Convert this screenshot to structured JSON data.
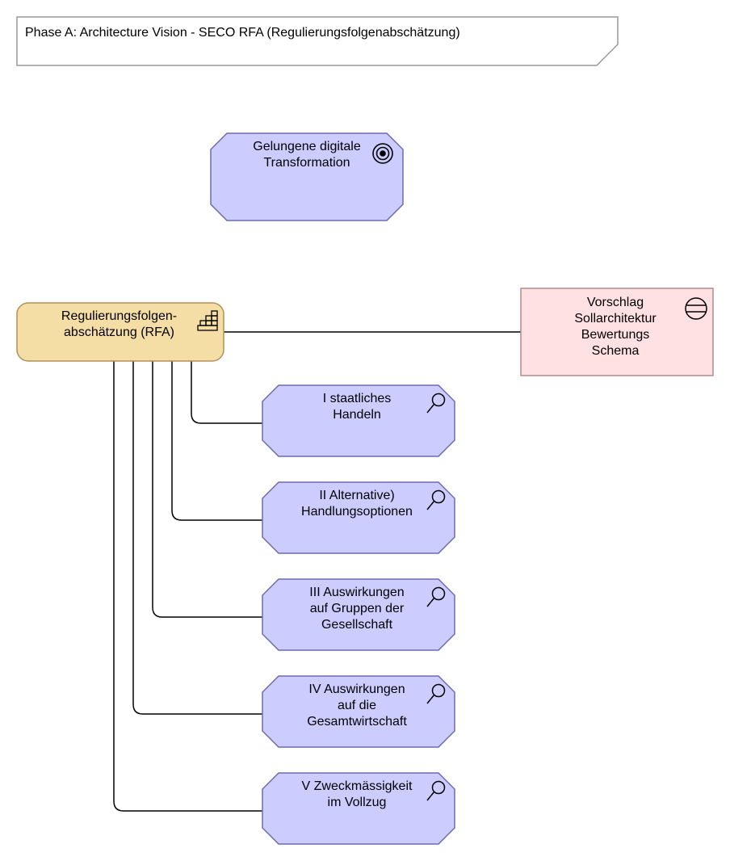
{
  "title": "Phase A: Architecture Vision - SECO RFA (Regulierungsfolgenabschätzung)",
  "nodes": {
    "goal": {
      "line1": "Gelungene digitale",
      "line2": "Transformation",
      "icon": "goal-target-icon"
    },
    "rfa": {
      "line1": "Regulierungsfolgen-",
      "line2": "abschätzung (RFA)",
      "icon": "capability-steps-icon"
    },
    "proposal": {
      "line1": "Vorschlag",
      "line2": "Sollarchitektur",
      "line3": "Bewertungs",
      "line4": "Schema",
      "icon": "contract-icon"
    },
    "assess1": {
      "line1": "I staatliches",
      "line2": "Handeln",
      "icon": "magnifier-icon"
    },
    "assess2": {
      "line1": "II Alternative)",
      "line2": "Handlungsoptionen",
      "icon": "magnifier-icon"
    },
    "assess3": {
      "line1": "III Auswirkungen",
      "line2": "auf Gruppen der",
      "line3": "Gesellschaft",
      "icon": "magnifier-icon"
    },
    "assess4": {
      "line1": "IV Auswirkungen",
      "line2": "auf die",
      "line3": "Gesamtwirtschaft",
      "icon": "magnifier-icon"
    },
    "assess5": {
      "line1": "V Zweckmässigkeit",
      "line2": "im Vollzug",
      "icon": "magnifier-icon"
    }
  },
  "colors": {
    "assessment_fill": "#ccccff",
    "assessment_stroke": "#6b6bb0",
    "capability_fill": "#f5dea6",
    "capability_stroke": "#b0915a",
    "contract_fill": "#ffe0e3",
    "contract_stroke": "#b08a8f",
    "line": "#000000",
    "title_stroke": "#999999"
  }
}
